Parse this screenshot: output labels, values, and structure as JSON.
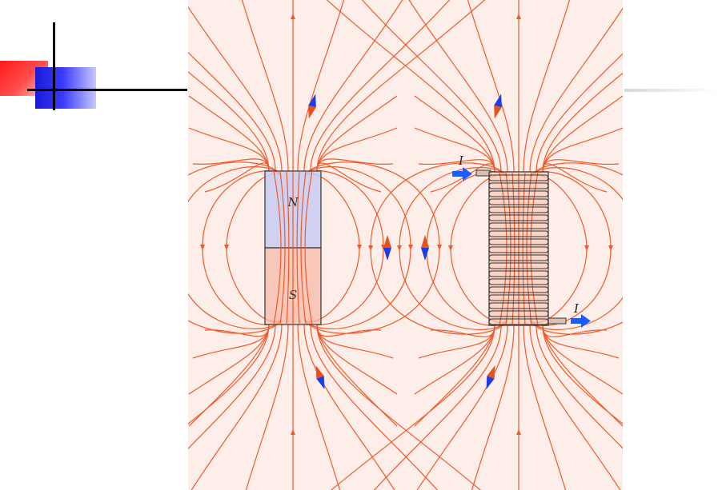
{
  "figure": {
    "magnet": {
      "north_label": "N",
      "south_label": "S"
    },
    "solenoid": {
      "current_in_label": "I",
      "current_out_label": "I"
    }
  },
  "colors": {
    "background": "#fdeeea",
    "field_line": "#f05a28",
    "north_face": "#c9cdf0",
    "south_face": "#f7b9a8",
    "compass_red": "#e8501c",
    "compass_blue": "#1c3ce8",
    "current_arrow": "#1a5cff",
    "coil_fill": "#f5c9b8"
  },
  "icons": [
    "compass-needle-icon",
    "current-arrow-icon"
  ]
}
